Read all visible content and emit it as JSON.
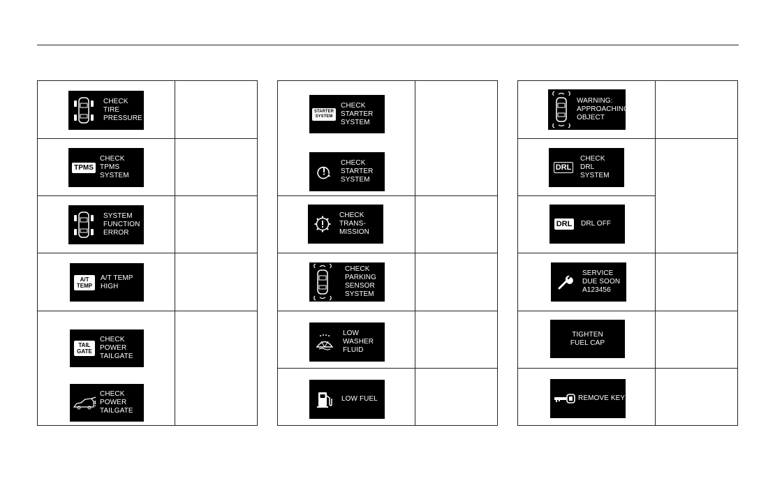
{
  "messages": {
    "check_tire_pressure": "CHECK\nTIRE\nPRESSURE",
    "check_tpms_system": "CHECK\nTPMS\nSYSTEM",
    "system_function_error": "SYSTEM\nFUNCTION\nERROR",
    "at_temp_high": "A/T TEMP\nHIGH",
    "check_power_tailgate_1": "CHECK\nPOWER\nTAILGATE",
    "check_power_tailgate_2": "CHECK\nPOWER\nTAILGATE",
    "check_starter_system_1": "CHECK\nSTARTER\nSYSTEM",
    "check_starter_system_2": "CHECK\nSTARTER\nSYSTEM",
    "check_transmission": "CHECK\nTRANS-\nMISSION",
    "check_parking_sensor_system": "CHECK\nPARKING\nSENSOR\nSYSTEM",
    "low_washer_fluid": "LOW\nWASHER\nFLUID",
    "low_fuel": "LOW FUEL",
    "warning_approaching_object": "WARNING:\nAPPROACHING\nOBJECT",
    "check_drl_system": "CHECK\nDRL\nSYSTEM",
    "drl_off": "DRL OFF",
    "service_due_soon": "SERVICE\nDUE SOON\nA123456",
    "tighten_fuel_cap": "TIGHTEN\nFUEL CAP",
    "remove_key": "REMOVE KEY"
  },
  "badges": {
    "tpms": "TPMS",
    "at_temp": "A/T\nTEMP",
    "tailgate": "TAIL\nGATE",
    "starter": "STARTER\nSYSTEM",
    "drl_1": "DRL",
    "drl_2": "DRL"
  },
  "icons": [
    "car-top-view-icon",
    "tpms-icon",
    "car-top-view-icon",
    "at-temp-icon",
    "tailgate-icon",
    "tailgate-open-icon",
    "starter-system-icon",
    "starter-warning-icon",
    "transmission-gear-icon",
    "parking-sensor-icon",
    "washer-fluid-icon",
    "fuel-pump-icon",
    "approaching-object-icon",
    "drl-icon",
    "drl-icon",
    "wrench-icon",
    "key-icon"
  ]
}
